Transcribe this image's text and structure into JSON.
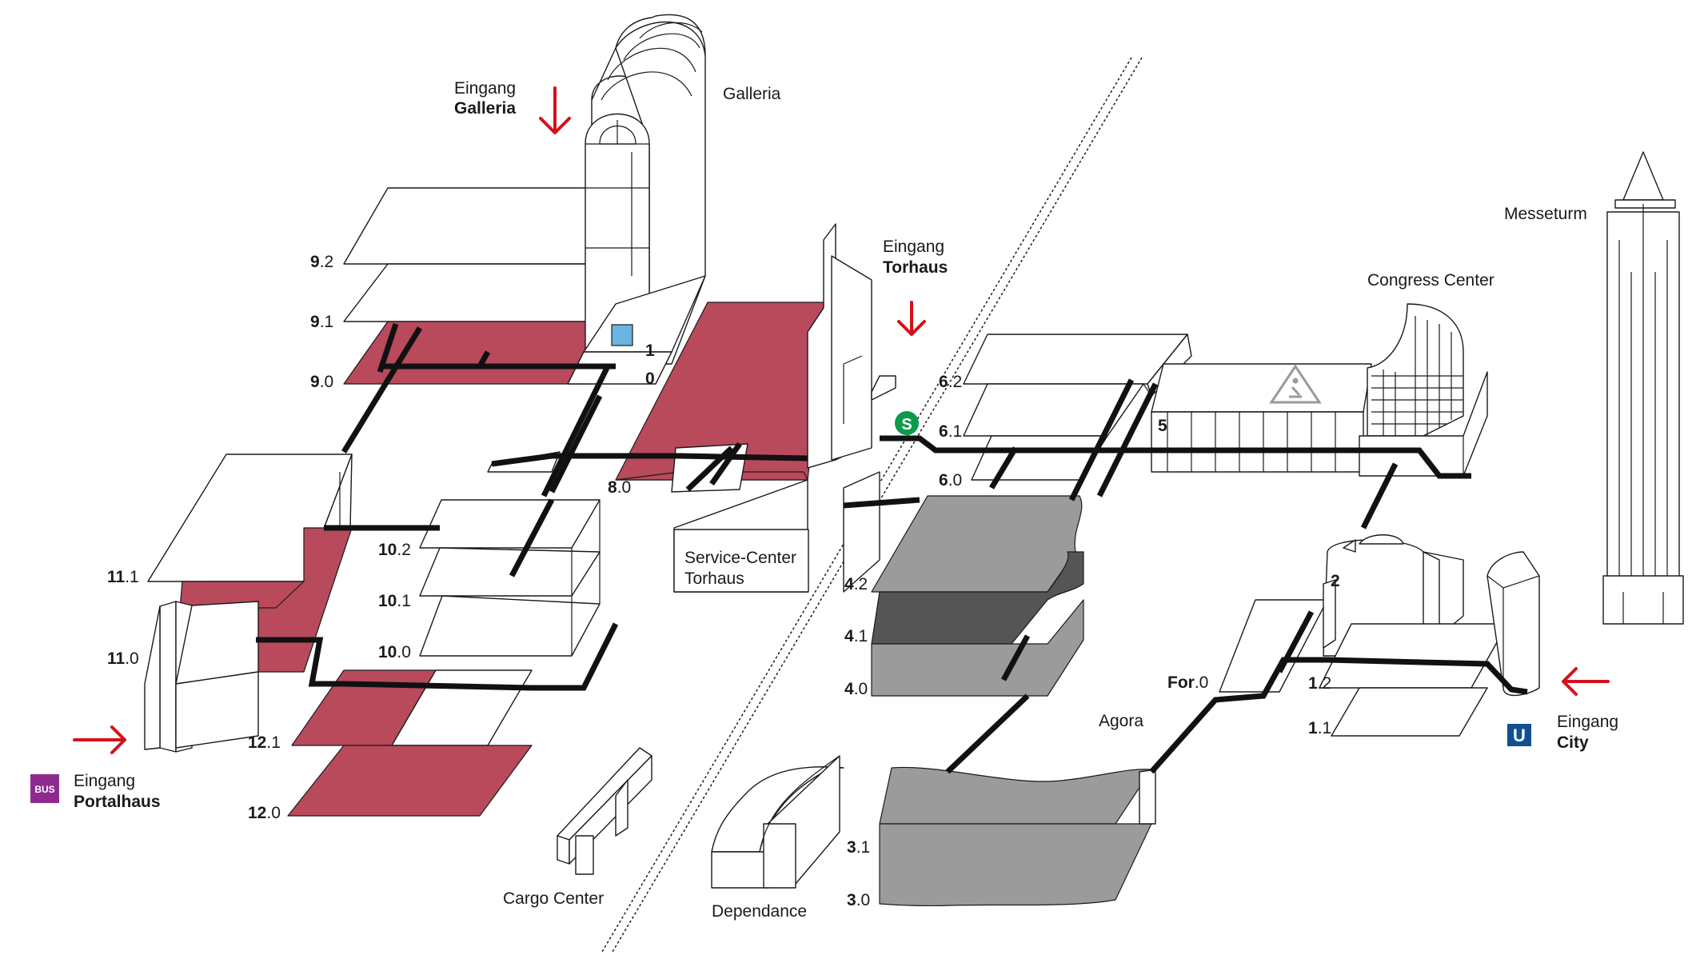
{
  "entrances": {
    "galleria": {
      "word": "Eingang",
      "name": "Galleria"
    },
    "torhaus": {
      "word": "Eingang",
      "name": "Torhaus"
    },
    "portalhaus": {
      "word": "Eingang",
      "name": "Portalhaus"
    },
    "city": {
      "word": "Eingang",
      "name": "City"
    }
  },
  "buildings": {
    "galleria": "Galleria",
    "messeturm": "Messeturm",
    "congress_center": "Congress Center",
    "service_center_line1": "Service-Center",
    "service_center_line2": "Torhaus",
    "agora": "Agora",
    "cargo_center": "Cargo Center",
    "dependance": "Dependance"
  },
  "halls": {
    "h9_2": {
      "main": "9",
      "sub": ".2"
    },
    "h9_1": {
      "main": "9",
      "sub": ".1"
    },
    "h9_0": {
      "main": "9",
      "sub": ".0"
    },
    "h1": {
      "main": "1",
      "sub": ""
    },
    "h0": {
      "main": "0",
      "sub": ""
    },
    "h8_0": {
      "main": "8",
      "sub": ".0"
    },
    "h10_2": {
      "main": "10",
      "sub": ".2"
    },
    "h10_1": {
      "main": "10",
      "sub": ".1"
    },
    "h10_0": {
      "main": "10",
      "sub": ".0"
    },
    "h11_1": {
      "main": "11",
      "sub": ".1"
    },
    "h11_0": {
      "main": "11",
      "sub": ".0"
    },
    "h12_1": {
      "main": "12",
      "sub": ".1"
    },
    "h12_0": {
      "main": "12",
      "sub": ".0"
    },
    "h6_2": {
      "main": "6",
      "sub": ".2"
    },
    "h6_1": {
      "main": "6",
      "sub": ".1"
    },
    "h6_0": {
      "main": "6",
      "sub": ".0"
    },
    "h5": {
      "main": "5",
      "sub": ""
    },
    "h4_2": {
      "main": "4",
      "sub": ".2"
    },
    "h4_1": {
      "main": "4",
      "sub": ".1"
    },
    "h4_0": {
      "main": "4",
      "sub": ".0"
    },
    "h3_1": {
      "main": "3",
      "sub": ".1"
    },
    "h3_0": {
      "main": "3",
      "sub": ".0"
    },
    "h2": {
      "main": "2",
      "sub": ""
    },
    "hfor": {
      "main": "For",
      "sub": ".0"
    },
    "h1_2": {
      "main": "1",
      "sub": ".2"
    },
    "h1_1": {
      "main": "1",
      "sub": ".1"
    }
  },
  "badges": {
    "bus": "BUS",
    "sbahn": "S",
    "ubahn": "U"
  },
  "colors": {
    "hall_highlight": "#b84a5c",
    "hall_grey": "#9b9b9b",
    "hall_dark": "#555555",
    "entrance_arrow": "#d4111b",
    "bus_badge": "#8e2a8e",
    "sbahn_badge": "#0e9a4b",
    "ubahn_badge": "#124f8f",
    "info_square": "#6ab4e0"
  },
  "icons": [
    "construction-sign-icon",
    "entrance-arrow-icon"
  ]
}
